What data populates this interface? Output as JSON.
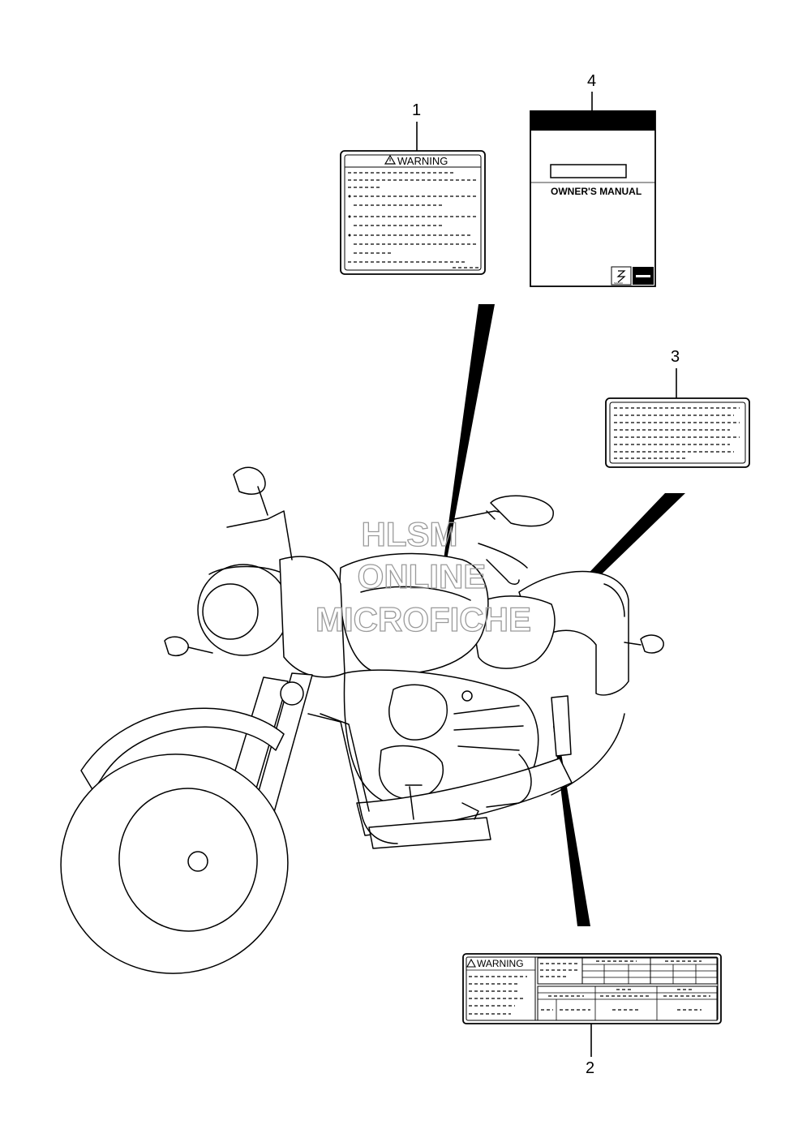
{
  "callouts": {
    "part1": "1",
    "part2": "2",
    "part3": "3",
    "part4": "4"
  },
  "labels": {
    "warning_label_1": "WARNING",
    "warning_label_2": "WARNING",
    "manual_title": "OWNER'S MANUAL",
    "brand": "SUZUKI"
  },
  "watermark": {
    "line1": "HLSM",
    "line2": "ONLINE",
    "line3": "MICROFICHE"
  }
}
